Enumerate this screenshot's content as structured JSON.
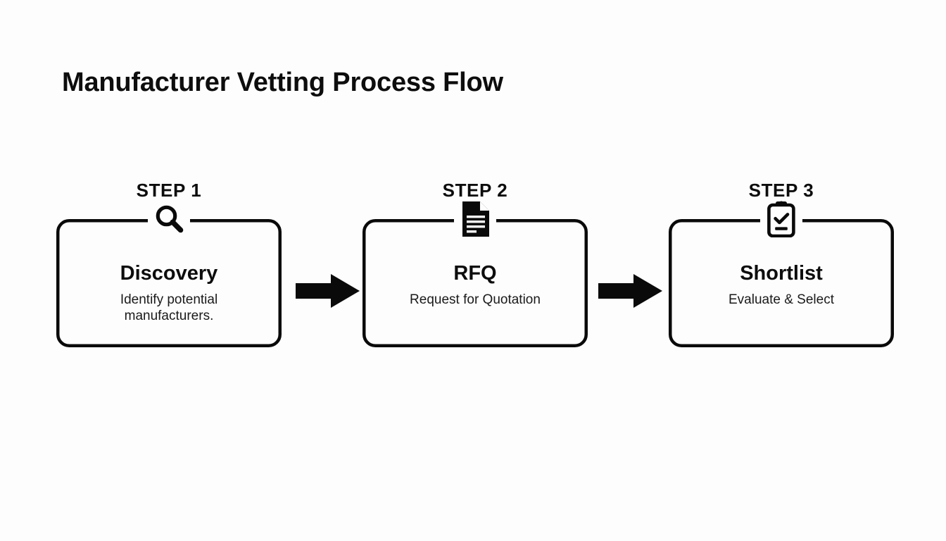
{
  "page": {
    "title": "Manufacturer Vetting Process Flow",
    "background_color": "#fdfdfd",
    "ink_color": "#0a0a0a"
  },
  "flow": {
    "steps": [
      {
        "step_label": "STEP 1",
        "title": "Discovery",
        "subtitle": "Identify potential manufacturers.",
        "icon": "magnifier-icon"
      },
      {
        "step_label": "STEP 2",
        "title": "RFQ",
        "subtitle": "Request for Quotation",
        "icon": "document-icon"
      },
      {
        "step_label": "STEP 3",
        "title": "Shortlist",
        "subtitle": "Evaluate & Select",
        "icon": "clipboard-check-icon"
      }
    ],
    "connectors": [
      {
        "name": "arrow-step1-to-step2",
        "direction": "right"
      },
      {
        "name": "arrow-step2-to-step3",
        "direction": "right"
      }
    ]
  }
}
